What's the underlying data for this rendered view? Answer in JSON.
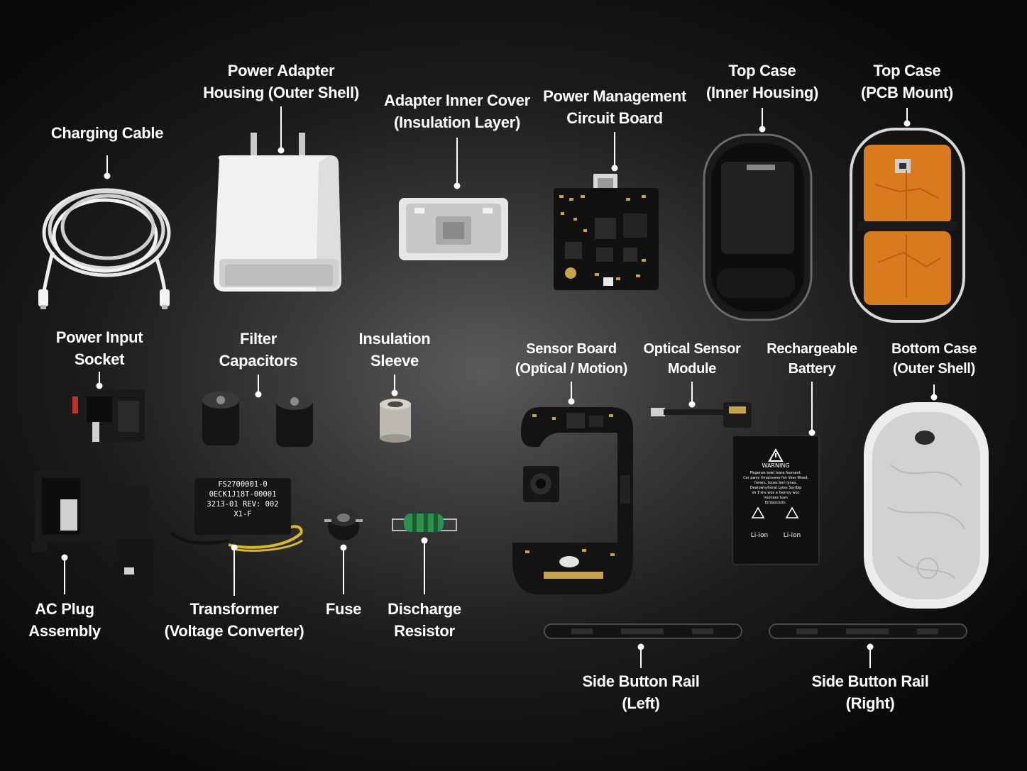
{
  "components": [
    {
      "id": "charging-cable",
      "lines": [
        "Charging Cable"
      ]
    },
    {
      "id": "power-adapter-housing",
      "lines": [
        "Power Adapter",
        "Housing (Outer Shell)"
      ]
    },
    {
      "id": "adapter-inner-cover",
      "lines": [
        "Adapter Inner Cover",
        "(Insulation Layer)"
      ]
    },
    {
      "id": "power-management-board",
      "lines": [
        "Power Management",
        "Circuit Board"
      ]
    },
    {
      "id": "top-case-inner",
      "lines": [
        "Top Case",
        "(Inner Housing)"
      ]
    },
    {
      "id": "top-case-pcb",
      "lines": [
        "Top Case",
        "(PCB Mount)"
      ]
    },
    {
      "id": "power-input-socket",
      "lines": [
        "Power Input",
        "Socket"
      ]
    },
    {
      "id": "filter-capacitors",
      "lines": [
        "Filter",
        "Capacitors"
      ]
    },
    {
      "id": "insulation-sleeve",
      "lines": [
        "Insulation",
        "Sleeve"
      ]
    },
    {
      "id": "sensor-board",
      "lines": [
        "Sensor Board",
        "(Optical / Motion)"
      ]
    },
    {
      "id": "optical-sensor-module",
      "lines": [
        "Optical Sensor",
        "Module"
      ]
    },
    {
      "id": "rechargeable-battery",
      "lines": [
        "Rechargeable",
        "Battery"
      ]
    },
    {
      "id": "bottom-case",
      "lines": [
        "Bottom Case",
        "(Outer Shell)"
      ]
    },
    {
      "id": "ac-plug-assembly",
      "lines": [
        "AC Plug",
        "Assembly"
      ]
    },
    {
      "id": "transformer",
      "lines": [
        "Transformer",
        "(Voltage Converter)"
      ]
    },
    {
      "id": "fuse",
      "lines": [
        "Fuse"
      ]
    },
    {
      "id": "discharge-resistor",
      "lines": [
        "Discharge",
        "Resistor"
      ]
    },
    {
      "id": "side-button-rail-left",
      "lines": [
        "Side Button Rail",
        "(Left)"
      ]
    },
    {
      "id": "side-button-rail-right",
      "lines": [
        "Side Button Rail",
        "(Right)"
      ]
    }
  ],
  "transformer_marking": [
    "FS2700001-0",
    "0ECK1J18T-00001",
    "3213-01 REV: 002",
    "X1-F"
  ],
  "battery_marking": {
    "warning": "WARNING",
    "fine_print": [
      "Plsgenes tewt tosre feorsent.",
      "Cer pwvs Vmatsvese fon Vess Wsed,",
      "forwrs, toues ben lynes.",
      "Dearownyhorat Lytes Sorrbip",
      "sh 1'shs wos e fxorroy woc",
      "Iroonses tuen",
      "Errdascosts."
    ],
    "recycle_labels": [
      "Li-ion",
      "Li-ion"
    ]
  }
}
